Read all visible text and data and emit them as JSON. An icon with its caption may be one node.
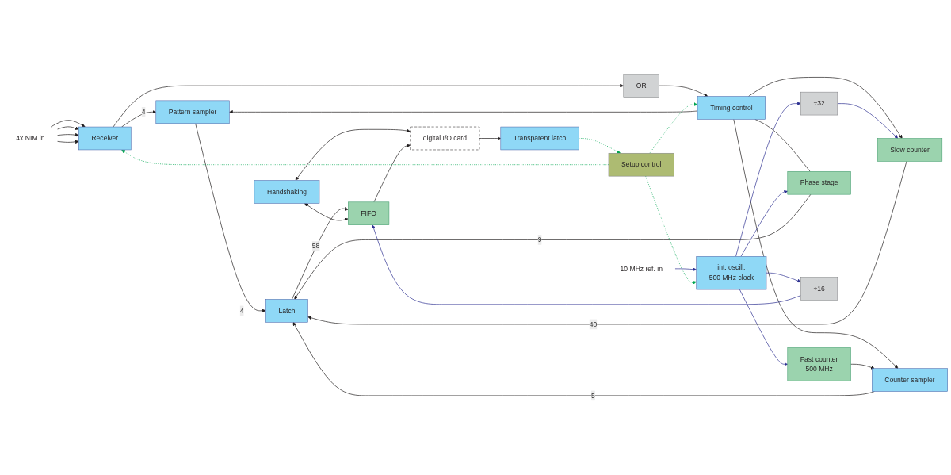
{
  "diagram": {
    "nodes": [
      {
        "text": [
          "4x NIM in"
        ]
      },
      {
        "text": [
          "Receiver"
        ]
      },
      {
        "text": [
          "Pattern sampler"
        ]
      },
      {
        "text": [
          "OR"
        ]
      },
      {
        "text": [
          "÷32"
        ]
      },
      {
        "text": [
          "Slow counter"
        ]
      },
      {
        "text": [
          "Timing control"
        ]
      },
      {
        "text": [
          "Fast counter",
          "500 MHz"
        ]
      },
      {
        "text": [
          "Counter sampler"
        ]
      },
      {
        "text": [
          "int. oscill.",
          "500 MHz clock"
        ]
      },
      {
        "text": [
          "10 MHz ref. in"
        ]
      },
      {
        "text": [
          "Phase stage"
        ]
      },
      {
        "text": [
          "Setup control"
        ]
      },
      {
        "text": [
          "Latch"
        ]
      },
      {
        "text": [
          "Handshaking"
        ]
      },
      {
        "text": [
          "FIFO"
        ]
      },
      {
        "text": [
          "÷16"
        ]
      },
      {
        "text": [
          "Transparent latch"
        ]
      },
      {
        "text": [
          "digital I/O card"
        ]
      }
    ],
    "edges": [
      {
        "from": 0,
        "to": 1,
        "arrow": "to"
      },
      {
        "from": 0,
        "to": 1,
        "arrow": "to"
      },
      {
        "from": 0,
        "to": 1,
        "arrow": "to"
      },
      {
        "from": 0,
        "to": 1,
        "arrow": "to"
      },
      {
        "from": 1,
        "to": 2,
        "arrow": "to",
        "label": "4"
      },
      {
        "from": 1,
        "to": 3,
        "arrow": "to"
      },
      {
        "from": 2,
        "to": 13,
        "arrow": "to",
        "label": "4"
      },
      {
        "from": 3,
        "to": 6,
        "arrow": "to"
      },
      {
        "from": 6,
        "to": 2,
        "arrow": "to"
      },
      {
        "from": 6,
        "to": 5,
        "arrow": "to"
      },
      {
        "from": 6,
        "to": 8,
        "arrow": "to"
      },
      {
        "from": 6,
        "to": 11,
        "arrow": "none"
      },
      {
        "from": 10,
        "to": 9,
        "arrow": "to",
        "color": "#2e3192"
      },
      {
        "from": 9,
        "to": 4,
        "arrow": "to",
        "color": "#2e3192"
      },
      {
        "from": 9,
        "to": 7,
        "arrow": "to",
        "color": "#2e3192"
      },
      {
        "from": 9,
        "to": 11,
        "arrow": "to",
        "color": "#2e3192"
      },
      {
        "from": 9,
        "to": 16,
        "arrow": "to",
        "color": "#2e3192"
      },
      {
        "from": 4,
        "to": 5,
        "arrow": "to",
        "color": "#2e3192"
      },
      {
        "from": 5,
        "to": 13,
        "arrow": "to",
        "label": "40"
      },
      {
        "from": 7,
        "to": 8,
        "arrow": "to"
      },
      {
        "from": 8,
        "to": 13,
        "arrow": "to",
        "label": "5"
      },
      {
        "from": 11,
        "to": 13,
        "arrow": "to",
        "label": "9"
      },
      {
        "from": 13,
        "to": 15,
        "arrow": "to",
        "label": "58"
      },
      {
        "from": 14,
        "to": 18,
        "arrow": "both"
      },
      {
        "from": 14,
        "to": 15,
        "arrow": "both"
      },
      {
        "from": 15,
        "to": 18,
        "arrow": "to"
      },
      {
        "from": 18,
        "to": 17,
        "arrow": "to"
      },
      {
        "from": 16,
        "to": 15,
        "arrow": "to",
        "color": "#2e3192"
      },
      {
        "from": 12,
        "to": 1,
        "arrow": "to",
        "style": "dashed",
        "color": "#00a651"
      },
      {
        "from": 12,
        "to": 9,
        "arrow": "to",
        "style": "dashed",
        "color": "#00a651"
      },
      {
        "from": 12,
        "to": 6,
        "arrow": "to",
        "style": "dashed",
        "color": "#00a651"
      },
      {
        "from": 17,
        "to": 12,
        "arrow": "to",
        "style": "dashed",
        "color": "#00a651"
      }
    ]
  }
}
